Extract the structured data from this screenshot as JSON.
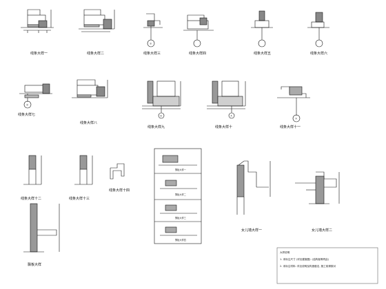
{
  "sheet": {
    "background": "#ffffff",
    "line_color": "#111111"
  },
  "details": [
    {
      "label": "线条大样一",
      "bubble": false
    },
    {
      "label": "线条大样二",
      "bubble": false
    },
    {
      "label": "线条大样三",
      "bubble": true
    },
    {
      "label": "线条大样四",
      "bubble": true
    },
    {
      "label": "线条大样五",
      "bubble": true
    },
    {
      "label": "线条大样六",
      "bubble": true
    },
    {
      "label": "线条大样七",
      "bubble": true
    },
    {
      "label": "线条大样八",
      "bubble": false
    },
    {
      "label": "线条大样九",
      "bubble": true
    },
    {
      "label": "线条大样十",
      "bubble": true
    },
    {
      "label": "线条大样十一",
      "bubble": true
    },
    {
      "label": "线条大样十二",
      "bubble": false
    },
    {
      "label": "线条大样十三",
      "bubble": false
    },
    {
      "label": "线条大样十四",
      "bubble": false
    },
    {
      "label": "女儿墙大样一",
      "bubble": false
    },
    {
      "label": "女儿墙大样二",
      "bubble": false
    },
    {
      "label": "飘板大样",
      "bubble": false
    }
  ],
  "bubbles": [
    "B",
    "B",
    "A",
    "A",
    "B"
  ],
  "legend_box": {
    "rows": [
      "飘板大样一",
      "飘板大样二",
      "飘板大样三",
      "飘板大样四"
    ]
  },
  "notes": {
    "title": "大样说明",
    "lines": [
      "1. 未标注尺寸 (详见建施图): (结构板等同此)",
      "2. 未标注材料: 详见说明及构造做法, 施工前请核对"
    ]
  }
}
